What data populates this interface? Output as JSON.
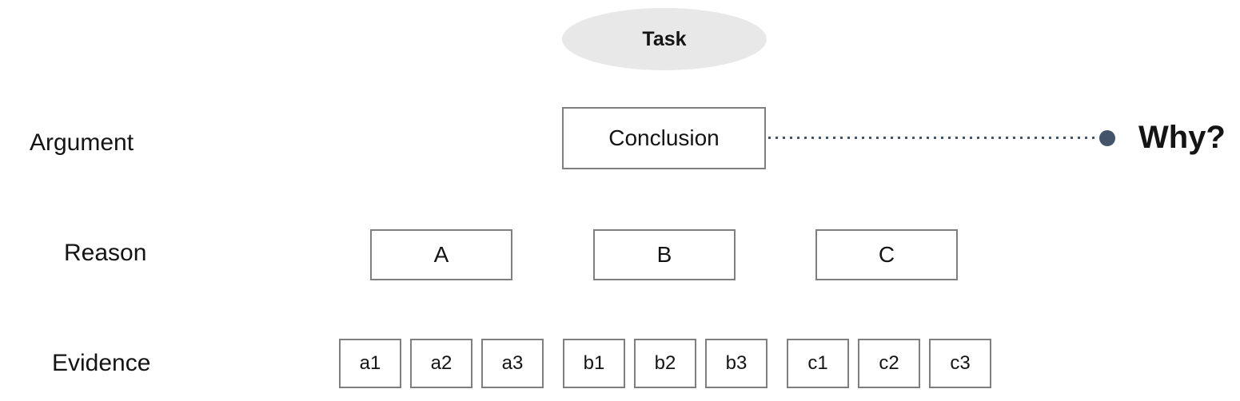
{
  "task_ellipse": {
    "label": "Task"
  },
  "row_labels": {
    "argument": "Argument",
    "reason": "Reason",
    "evidence": "Evidence"
  },
  "argument_row": {
    "conclusion": "Conclusion",
    "why": "Why?"
  },
  "reason_boxes": [
    "A",
    "B",
    "C"
  ],
  "evidence_labels": [
    "a1",
    "a2",
    "a3",
    "b1",
    "b2",
    "b3",
    "c1",
    "c2",
    "c3"
  ],
  "colors": {
    "ellipse_fill": "#e8e8e8",
    "box_border": "#7f7f7f",
    "connector": "#44546a",
    "text": "#141414"
  }
}
